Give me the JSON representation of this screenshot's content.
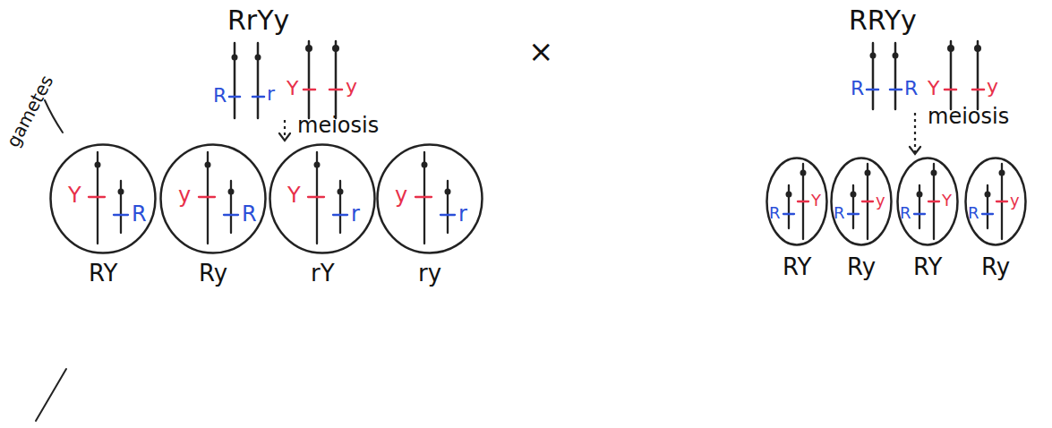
{
  "diagram": {
    "nodes": [
      {
        "text": [
          "Y",
          "R",
          "RY"
        ]
      },
      {
        "text": [
          "y",
          "R",
          "Ry"
        ]
      },
      {
        "text": [
          "Y",
          "r",
          "rY"
        ]
      },
      {
        "text": [
          "y",
          "r",
          "ry"
        ]
      },
      {
        "text": [
          "R",
          "Y",
          "RY"
        ]
      },
      {
        "text": [
          "R",
          "y",
          "Ry"
        ]
      },
      {
        "text": [
          "R",
          "Y",
          "RY"
        ]
      },
      {
        "text": [
          "R",
          "y",
          "Ry"
        ]
      }
    ],
    "labels": [
      "RrYy",
      "R",
      "r",
      "Y",
      "y",
      "meiosis",
      "gametes",
      "×",
      "RRYy",
      "R",
      "R",
      "Y",
      "y",
      "meiosis"
    ]
  }
}
